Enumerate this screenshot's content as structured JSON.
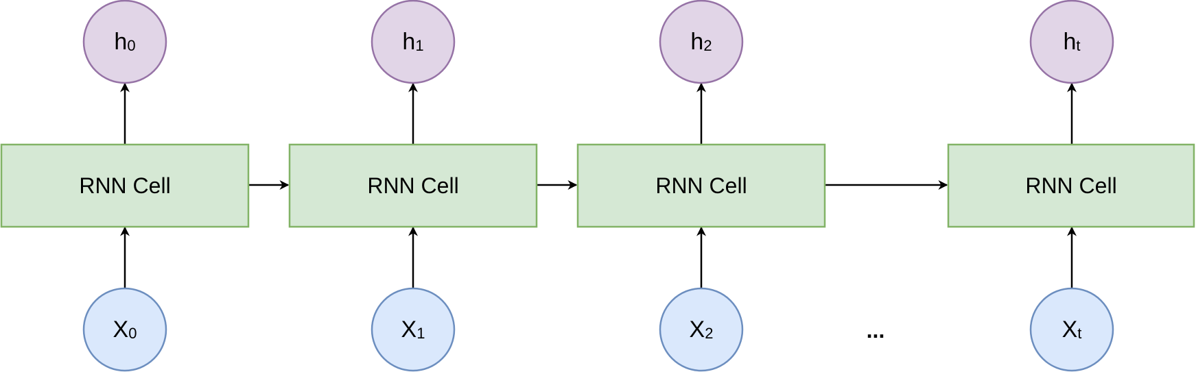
{
  "colors": {
    "cell_fill": "#d5e8d4",
    "cell_stroke": "#82b366",
    "input_fill": "#dae8fc",
    "input_stroke": "#6c8ebf",
    "output_fill": "#e1d5e7",
    "output_stroke": "#9673a6",
    "arrow": "#000000"
  },
  "cells": [
    {
      "label": "RNN Cell",
      "input": {
        "main": "X",
        "sub": "0"
      },
      "output": {
        "main": "h",
        "sub": "0"
      }
    },
    {
      "label": "RNN Cell",
      "input": {
        "main": "X",
        "sub": "1"
      },
      "output": {
        "main": "h",
        "sub": "1"
      }
    },
    {
      "label": "RNN Cell",
      "input": {
        "main": "X",
        "sub": "2"
      },
      "output": {
        "main": "h",
        "sub": "2"
      }
    },
    {
      "label": "RNN Cell",
      "input": {
        "main": "X",
        "sub": "t"
      },
      "output": {
        "main": "h",
        "sub": "t"
      }
    }
  ],
  "ellipsis": "..."
}
